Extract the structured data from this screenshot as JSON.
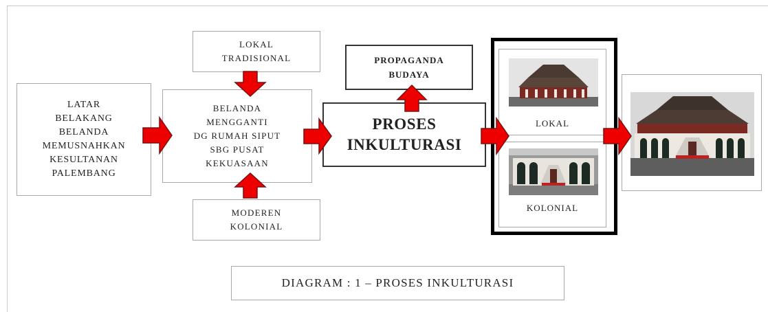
{
  "diagram": {
    "latar": "LATAR\nBELAKANG\nBELANDA\nMEMUSNAHKAN\nKESULTANAN\nPALEMBANG",
    "lokal_tradisional": "LOKAL\nTRADISIONAL",
    "belanda": "BELANDA\nMENGGANTI\nDG RUMAH SIPUT\nSBG PUSAT\nKEKUASAAN",
    "moderen_kolonial": "MODEREN\nKOLONIAL",
    "propaganda": "PROPAGANDA\nBUDAYA",
    "proses": "PROSES\nINKULTURASI",
    "lokal_label": "LOKAL",
    "kolonial_label": "KOLONIAL",
    "caption": "DIAGRAM : 1 – PROSES INKULTURASI"
  },
  "colors": {
    "arrow_fill": "#ee0000",
    "arrow_stroke": "#7a1010",
    "box_border": "#a9a9a9"
  }
}
